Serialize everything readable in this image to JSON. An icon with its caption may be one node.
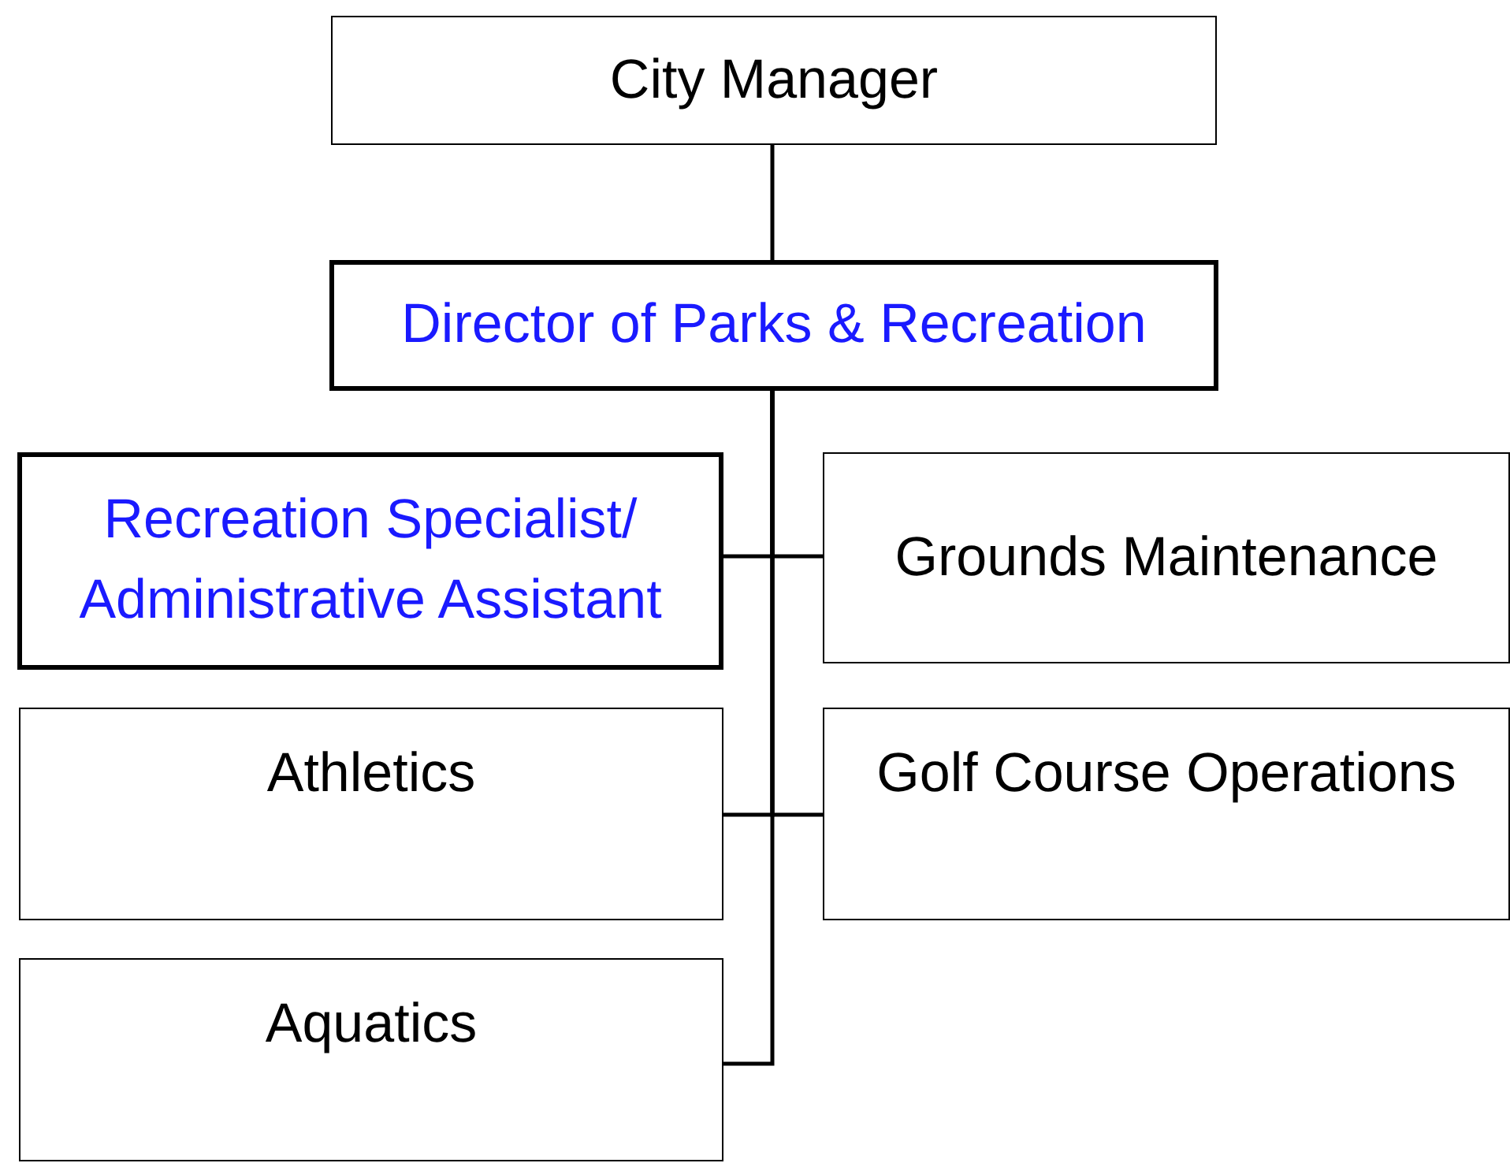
{
  "diagram": {
    "nodes": [
      {
        "text": [
          "City Manager"
        ]
      },
      {
        "text": [
          "Director of Parks & Recreation"
        ]
      },
      {
        "text": [
          "Recreation Specialist/ Administrative Assistant"
        ]
      },
      {
        "text": [
          "Grounds Maintenance"
        ]
      },
      {
        "text": [
          "Athletics"
        ]
      },
      {
        "text": [
          "Golf Course Operations"
        ]
      },
      {
        "text": [
          "Aquatics"
        ]
      }
    ],
    "edges": [
      {
        "from": 0,
        "to": 1,
        "arrow": "none"
      },
      {
        "from": 1,
        "to": 2,
        "arrow": "none"
      },
      {
        "from": 1,
        "to": 3,
        "arrow": "none"
      },
      {
        "from": 1,
        "to": 4,
        "arrow": "none"
      },
      {
        "from": 1,
        "to": 5,
        "arrow": "none"
      },
      {
        "from": 1,
        "to": 6,
        "arrow": "none"
      }
    ]
  }
}
